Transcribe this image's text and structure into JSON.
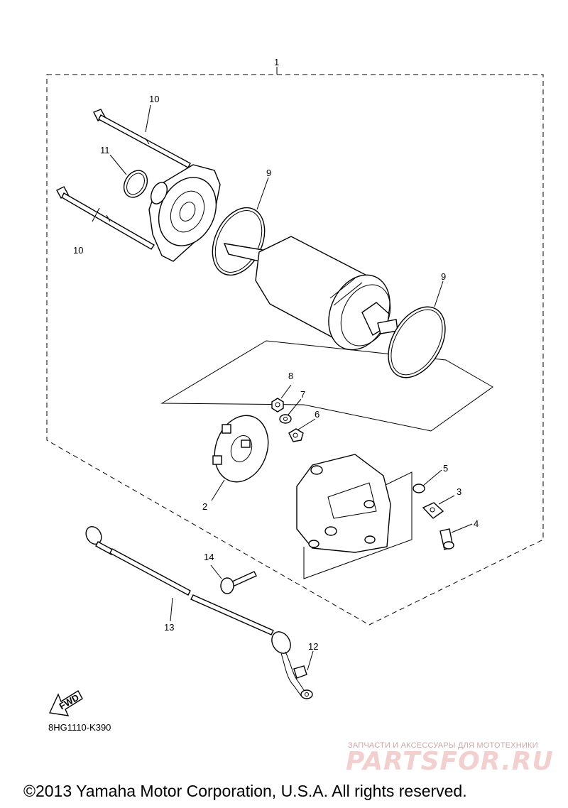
{
  "callouts": {
    "c1": "1",
    "c2": "2",
    "c3": "3",
    "c4": "4",
    "c5": "5",
    "c6": "6",
    "c7": "7",
    "c8": "8",
    "c9a": "9",
    "c9b": "9",
    "c10a": "10",
    "c10b": "10",
    "c11": "11",
    "c12": "12",
    "c13": "13",
    "c14": "14"
  },
  "fwd_label": "FWD",
  "diagram_code": "8HG1110-K390",
  "watermark": {
    "tagline": "ЗАПЧАСТИ И АКСЕССУАРЫ ДЛЯ МОТОТЕХНИКИ",
    "brand": "PARTSFOR.RU",
    "color": "#e8b4b4"
  },
  "copyright": "©2013 Yamaha Motor Corporation, U.S.A. All rights reserved."
}
